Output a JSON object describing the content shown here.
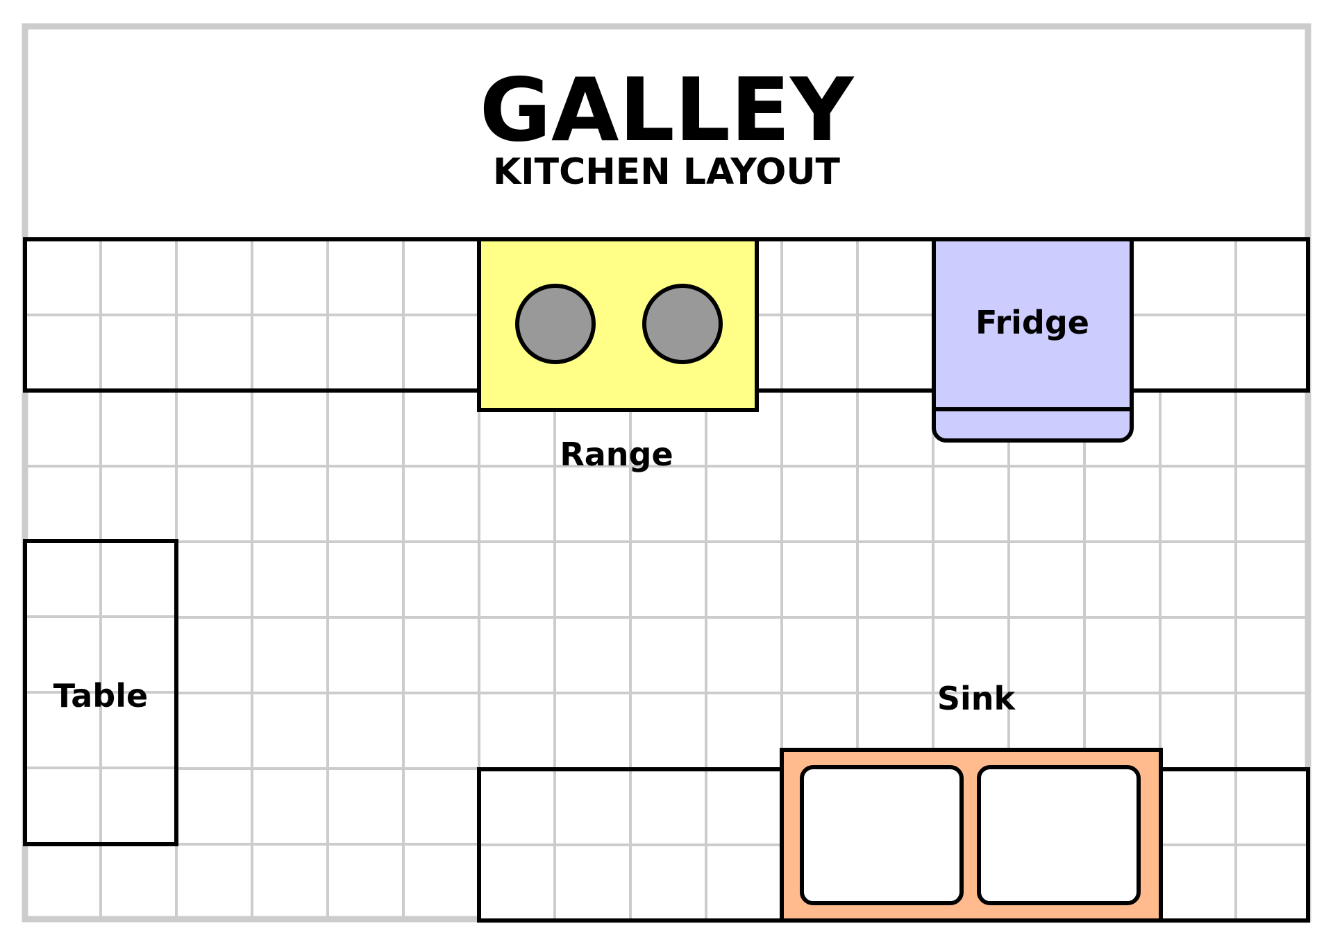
{
  "title": "GALLEY",
  "subtitle": "KITCHEN LAYOUT",
  "labels": {
    "range": "Range",
    "fridge": "Fridge",
    "table": "Table",
    "sink": "Sink"
  },
  "colors": {
    "grid_line": "#cccccc",
    "outline": "#000000",
    "range_fill": "#ffff88",
    "burner_fill": "#999999",
    "fridge_fill": "#ccccff",
    "sink_fill": "#ffbb8e",
    "counter_fill": "#ffffff"
  }
}
